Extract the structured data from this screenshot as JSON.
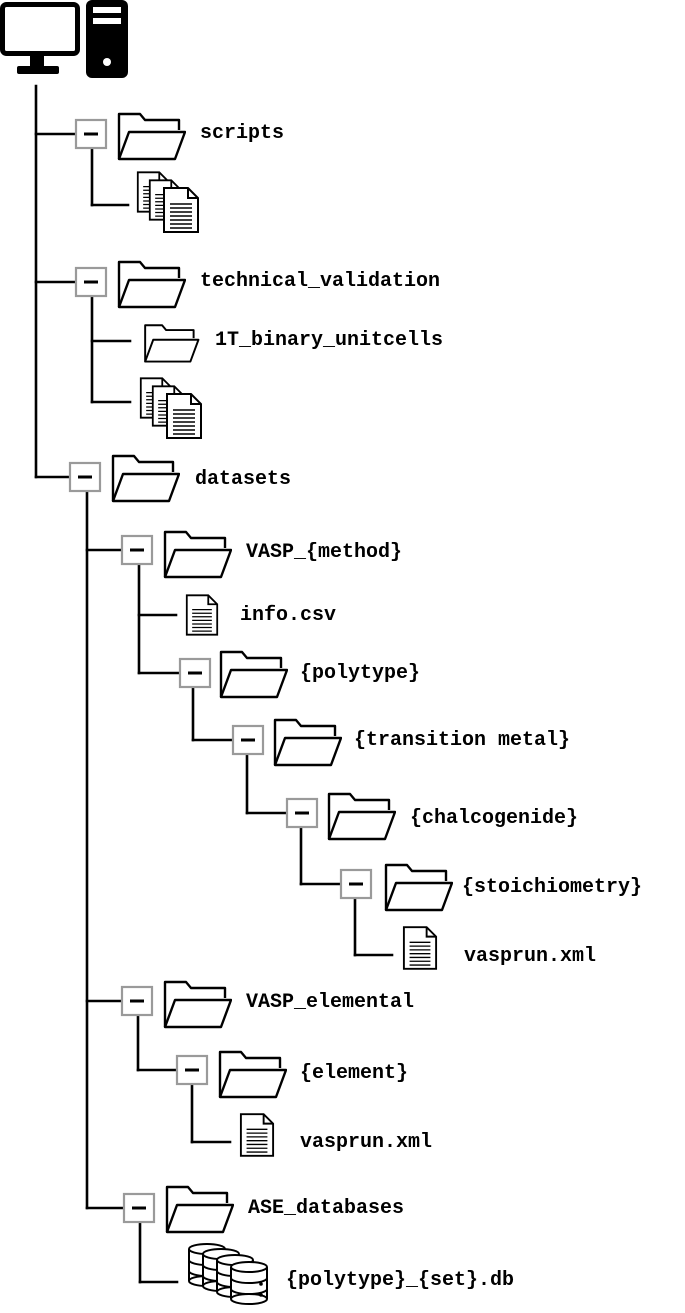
{
  "tree": {
    "root": {
      "icon": "computer-icon"
    },
    "nodes": [
      {
        "id": "scripts",
        "type": "folder",
        "label": "scripts",
        "expanded": true
      },
      {
        "id": "scripts-files",
        "type": "files",
        "label": ""
      },
      {
        "id": "technical-validation",
        "type": "folder",
        "label": "technical_validation",
        "expanded": true
      },
      {
        "id": "binary-unitcells",
        "type": "folder",
        "label": "1T_binary_unitcells"
      },
      {
        "id": "technical-validation-files",
        "type": "files",
        "label": ""
      },
      {
        "id": "datasets",
        "type": "folder",
        "label": "datasets",
        "expanded": true
      },
      {
        "id": "vasp-method",
        "type": "folder",
        "label": "VASP_{method}",
        "expanded": true
      },
      {
        "id": "info-csv",
        "type": "file",
        "label": "info.csv"
      },
      {
        "id": "polytype",
        "type": "folder",
        "label": "{polytype}",
        "expanded": true
      },
      {
        "id": "transition-metal",
        "type": "folder",
        "label": "{transition metal}",
        "expanded": true
      },
      {
        "id": "chalcogenide",
        "type": "folder",
        "label": "{chalcogenide}",
        "expanded": true
      },
      {
        "id": "stoichiometry",
        "type": "folder",
        "label": "{stoichiometry}",
        "expanded": true
      },
      {
        "id": "vasprun-method",
        "type": "file",
        "label": "vasprun.xml"
      },
      {
        "id": "vasp-elemental",
        "type": "folder",
        "label": "VASP_elemental",
        "expanded": true
      },
      {
        "id": "element",
        "type": "folder",
        "label": "{element}",
        "expanded": true
      },
      {
        "id": "vasprun-elemental",
        "type": "file",
        "label": "vasprun.xml"
      },
      {
        "id": "ase-databases",
        "type": "folder",
        "label": "ASE_databases",
        "expanded": true
      },
      {
        "id": "polytype-set-db",
        "type": "database",
        "label": "{polytype}_{set}.db"
      }
    ]
  },
  "icons": {
    "folder": "open-folder-icon",
    "file": "document-icon",
    "files": "documents-stack-icon",
    "database": "database-stack-icon",
    "toggle": "collapse-toggle-icon"
  },
  "colors": {
    "line": "#000000",
    "toggle_border": "#9a9a9a",
    "background": "#ffffff"
  }
}
